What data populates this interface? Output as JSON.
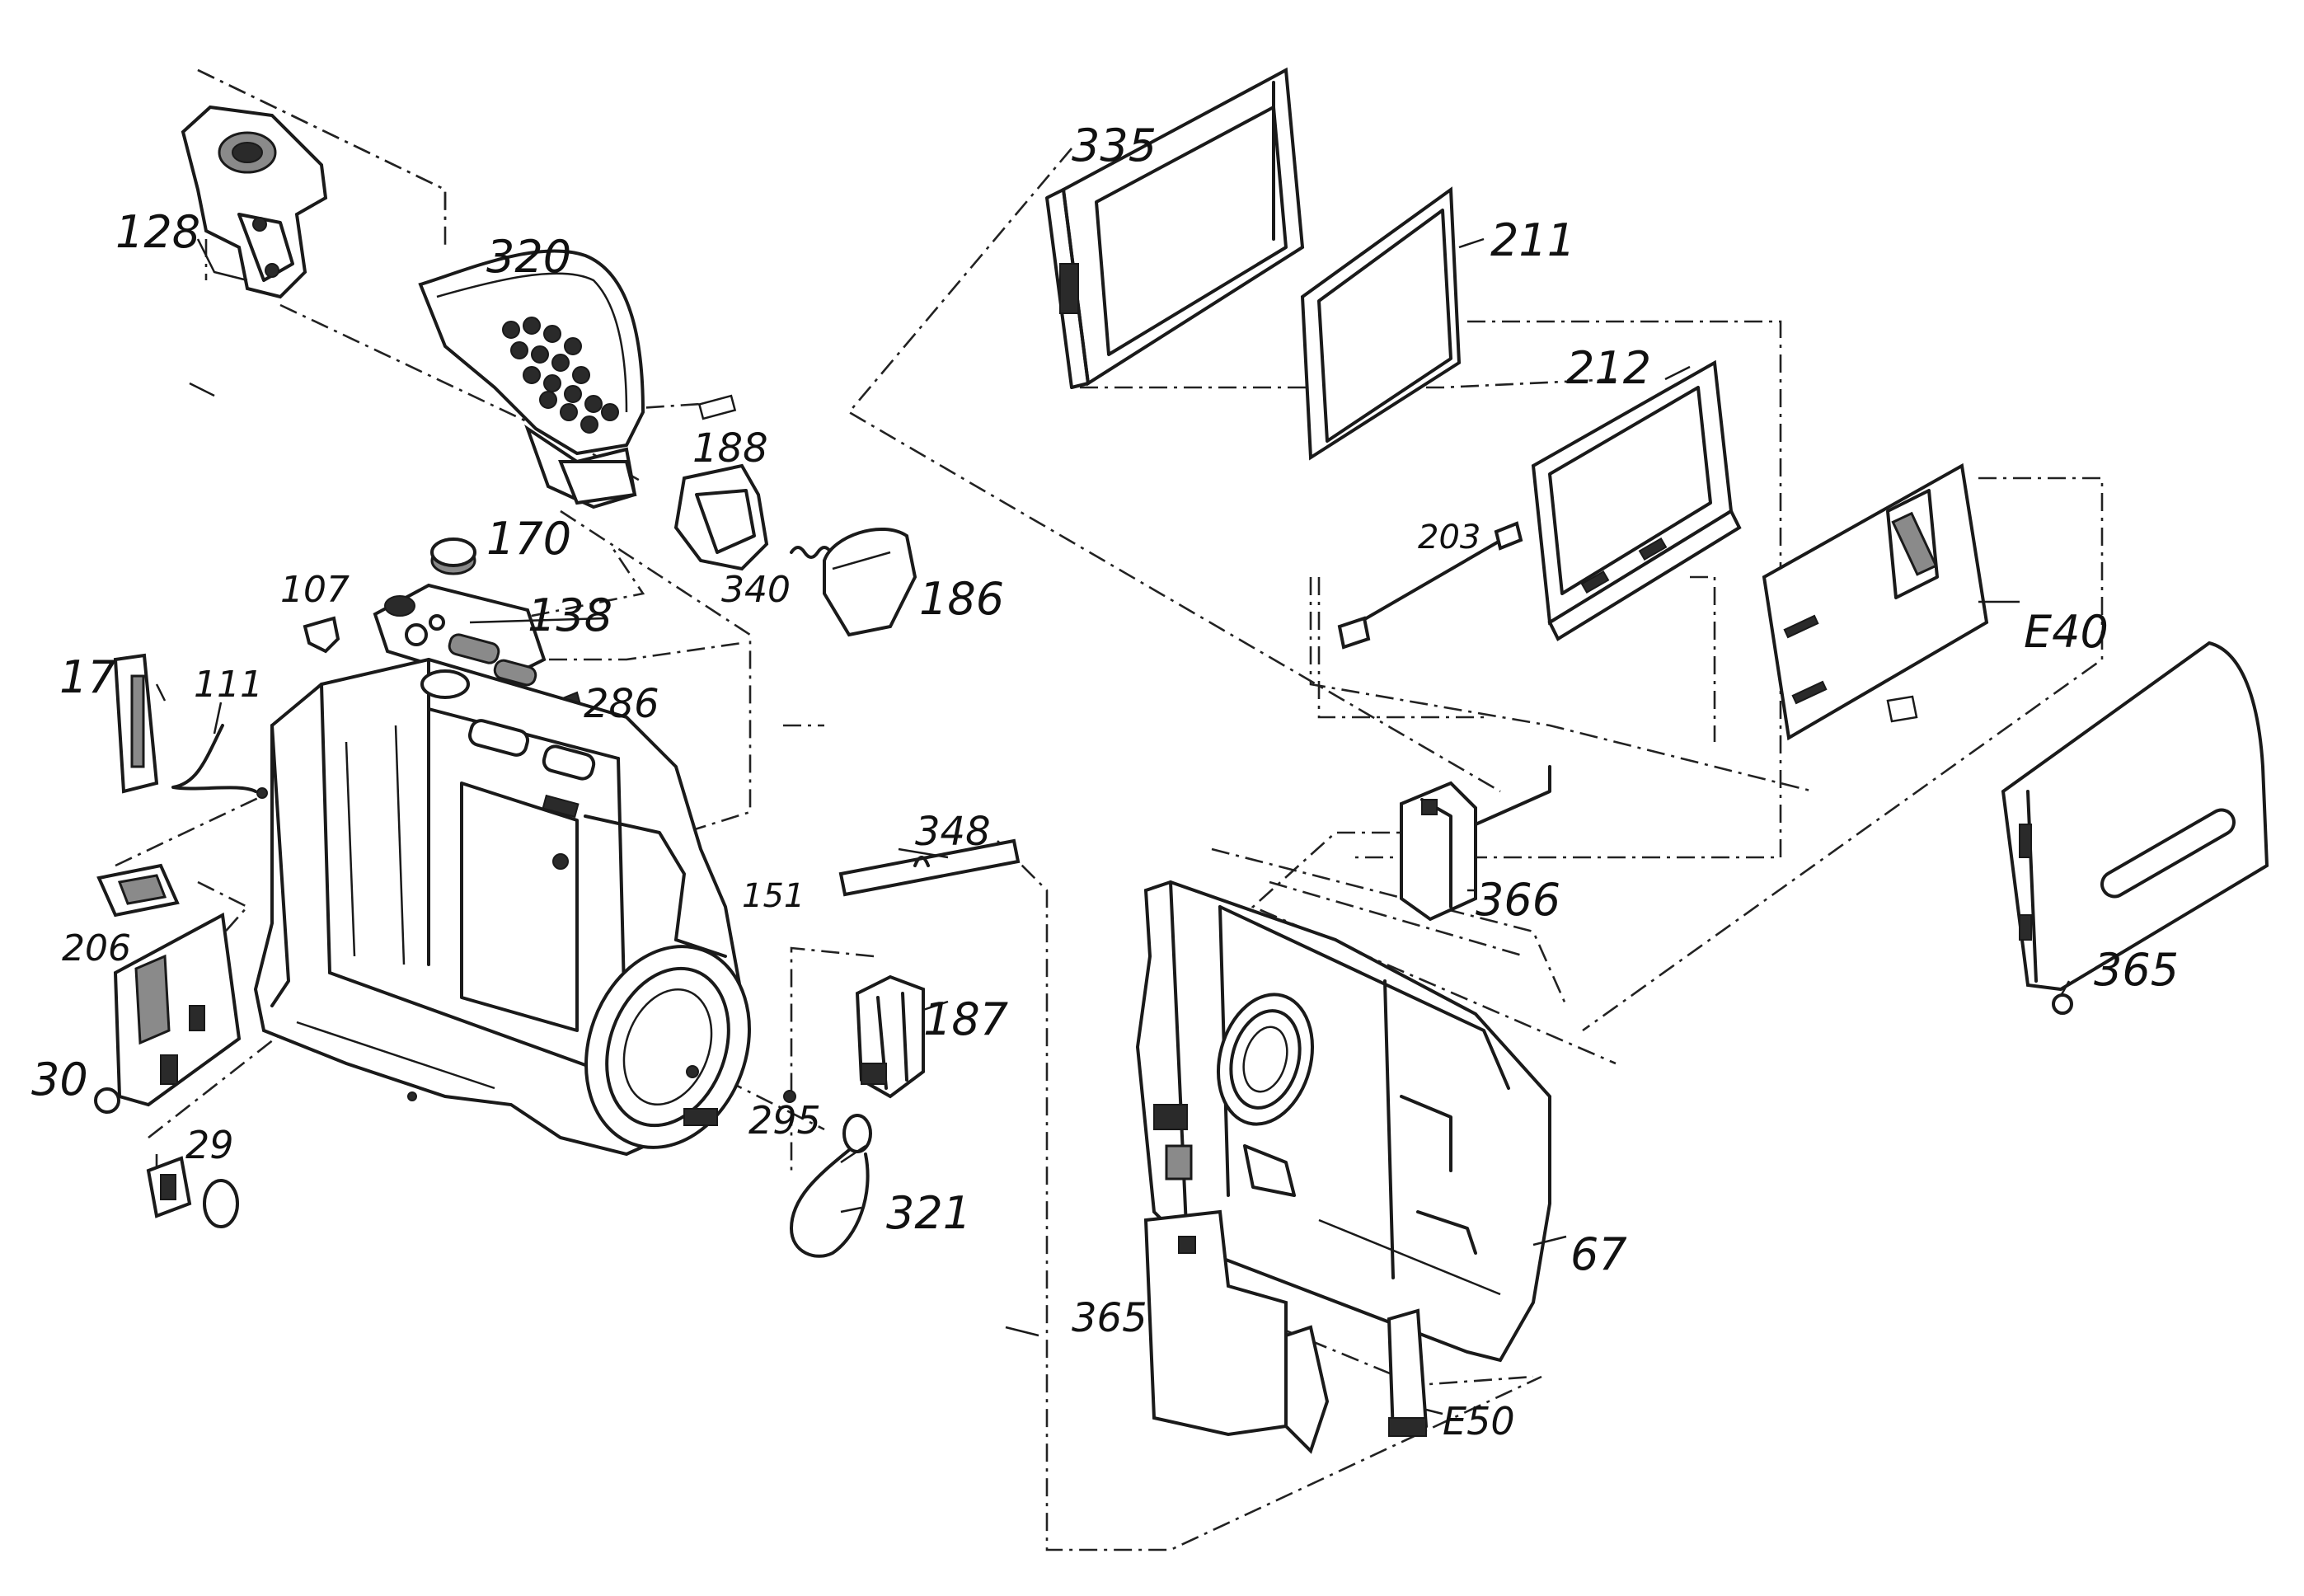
{
  "labels": {
    "p335": "335",
    "p211": "211",
    "p212": "212",
    "p203": "203",
    "pE40": "E40",
    "p128": "128",
    "p320": "320",
    "p188": "188",
    "p170": "170",
    "p107": "107",
    "p138": "138",
    "p340": "340",
    "p186": "186",
    "p17": "17",
    "p111": "111",
    "p286": "286",
    "p348": "348",
    "p151": "151",
    "p206": "206",
    "p187": "187",
    "p30": "30",
    "p29": "29",
    "p295": "295",
    "p321": "321",
    "p366": "366",
    "p365a": "365",
    "p365b": "365",
    "p67": "67",
    "pE50": "E50"
  }
}
